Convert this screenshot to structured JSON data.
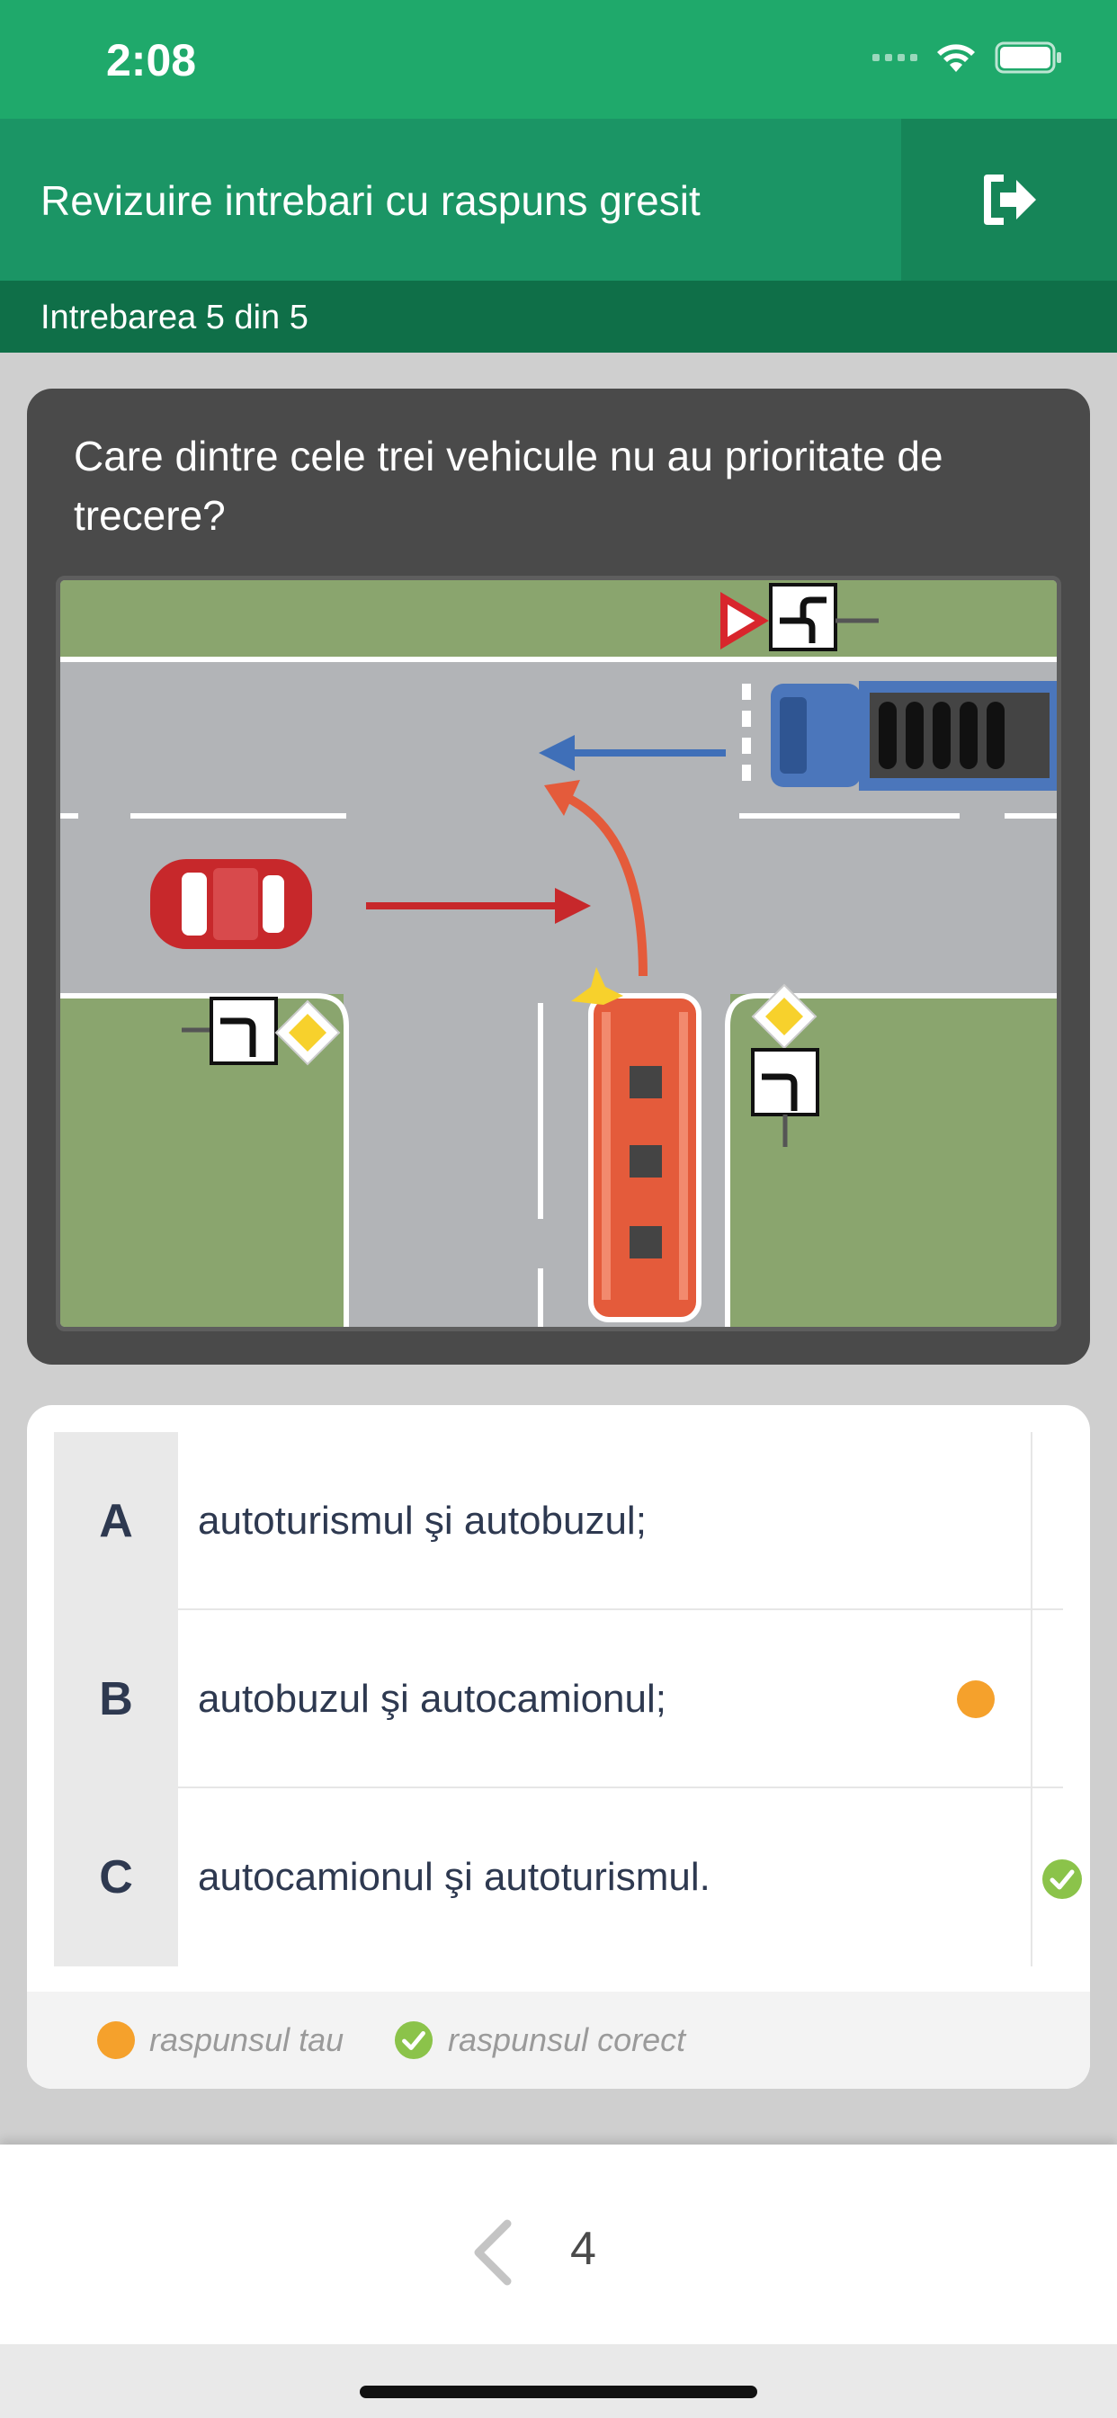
{
  "status_bar": {
    "time": "2:08"
  },
  "header": {
    "title": "Revizuire intrebari cu raspuns gresit",
    "exit_icon": "exit-icon"
  },
  "subheader": {
    "progress_text": "Intrebarea 5 din 5"
  },
  "question": {
    "text": "Care dintre cele trei vehicule nu au prioritate de trecere?"
  },
  "answers": [
    {
      "letter": "A",
      "text": "autoturismul şi autobuzul;",
      "your_answer": false,
      "correct": false
    },
    {
      "letter": "B",
      "text": "autobuzul şi autocamionul;",
      "your_answer": true,
      "correct": false
    },
    {
      "letter": "C",
      "text": "autocamionul şi autoturismul.",
      "your_answer": false,
      "correct": true
    }
  ],
  "legend": {
    "your_answer_label": "raspunsul tau",
    "correct_answer_label": "raspunsul corect"
  },
  "navigation": {
    "prev_icon": "chevron-left-icon",
    "page": "4"
  },
  "colors": {
    "green": "#1fa96b",
    "dark_green": "#0f6f48",
    "orange": "#f5a12c",
    "check_green": "#8bc34a",
    "card_dark": "#4a4a4a",
    "text_dark": "#2e3950"
  }
}
